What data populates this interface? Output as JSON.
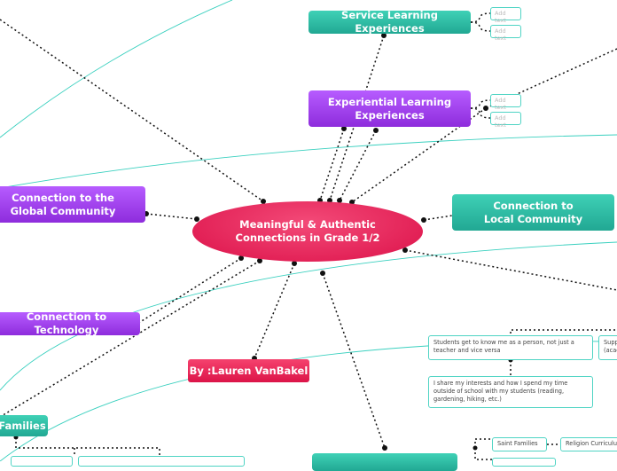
{
  "central": {
    "title": "Meaningful & Authentic Connections in Grade 1/2"
  },
  "branches": {
    "service_learning": "Service Learning Experiences",
    "experiential_learning": "Experiential Learning Experiences",
    "global_community": "Connection to the Global Community",
    "local_community": "Connection to Local Community",
    "technology": "Connection to Technology",
    "author": "By :Lauren VanBakel",
    "families": "Families"
  },
  "placeholders": {
    "add_text": "Add text"
  },
  "subtopics": {
    "students_know_me": "Students get to know me as a person, not just a teacher and vice versa",
    "share_interests": "I share my interests and how I spend my time outside of school with my students (reading, gardening, hiking, etc.)",
    "support_partial": "Supp (acac",
    "saint_families": "Saint Families",
    "religion_curriculum": "Religion Curriculu"
  },
  "colors": {
    "teal": "#21a893",
    "purple": "#9b3ded",
    "pink": "#e8174f",
    "relation_line": "#3ad0bf"
  }
}
